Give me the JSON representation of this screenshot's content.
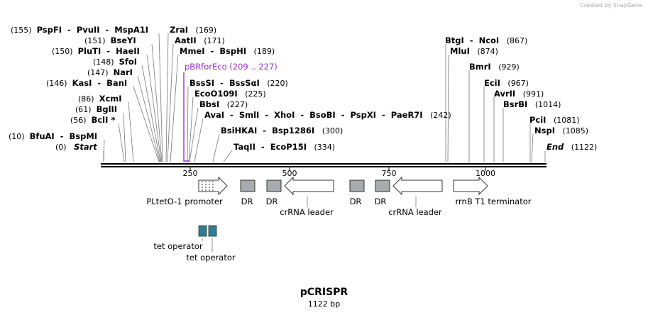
{
  "app": {
    "watermark": "Created by SnapGene"
  },
  "plasmid": {
    "name": "pCRISPR",
    "length_label": "1122 bp"
  },
  "ruler": {
    "ticks": [
      "250",
      "500",
      "750",
      "1000"
    ]
  },
  "primer": {
    "name": "pBRforEco",
    "range": "(209 .. 227)"
  },
  "sites": [
    {
      "pos": "(155)",
      "names": [
        "PspFI",
        "PvuII",
        "MspA1I"
      ]
    },
    {
      "pos": "(169)",
      "names": [
        "ZraI"
      ]
    },
    {
      "pos": "(151)",
      "names": [
        "BseYI"
      ]
    },
    {
      "pos": "(171)",
      "names": [
        "AatII"
      ]
    },
    {
      "pos": "(150)",
      "names": [
        "PluTI",
        "HaeII"
      ]
    },
    {
      "pos": "(189)",
      "names": [
        "MmeI",
        "BspHI"
      ]
    },
    {
      "pos": "(148)",
      "names": [
        "SfoI"
      ]
    },
    {
      "pos": "(147)",
      "names": [
        "NarI"
      ]
    },
    {
      "pos": "(146)",
      "names": [
        "KasI",
        "BanI"
      ]
    },
    {
      "pos": "(220)",
      "names": [
        "BssSI",
        "BssSαI"
      ]
    },
    {
      "pos": "(225)",
      "names": [
        "EcoO109I"
      ]
    },
    {
      "pos": "(86)",
      "names": [
        "XcmI"
      ]
    },
    {
      "pos": "(227)",
      "names": [
        "BbsI"
      ]
    },
    {
      "pos": "(61)",
      "names": [
        "BglII"
      ]
    },
    {
      "pos": "(242)",
      "names": [
        "AvaI",
        "SmlI",
        "XhoI",
        "BsoBI",
        "PspXI",
        "PaeR7I"
      ]
    },
    {
      "pos": "(56)",
      "names": [
        "BclI *"
      ]
    },
    {
      "pos": "(300)",
      "names": [
        "BsiHKAI",
        "Bsp1286I"
      ]
    },
    {
      "pos": "(10)",
      "names": [
        "BfuAI",
        "BspMI"
      ]
    },
    {
      "pos": "(334)",
      "names": [
        "TaqII",
        "EcoP15I"
      ]
    },
    {
      "pos": "(867)",
      "names": [
        "BtgI",
        "NcoI"
      ]
    },
    {
      "pos": "(874)",
      "names": [
        "MluI"
      ]
    },
    {
      "pos": "(929)",
      "names": [
        "BmrI"
      ]
    },
    {
      "pos": "(967)",
      "names": [
        "EciI"
      ]
    },
    {
      "pos": "(991)",
      "names": [
        "AvrII"
      ]
    },
    {
      "pos": "(1014)",
      "names": [
        "BsrBI"
      ]
    },
    {
      "pos": "(1081)",
      "names": [
        "PciI"
      ]
    },
    {
      "pos": "(1085)",
      "names": [
        "NspI"
      ]
    }
  ],
  "start": {
    "pos": "(0)",
    "name": "Start"
  },
  "end": {
    "name": "End",
    "pos": "(1122)"
  },
  "features": {
    "promoter": "PLtetO-1 promoter",
    "dr": "DR",
    "leader": "crRNA leader",
    "terminator": "rrnB T1 terminator",
    "operator": "tet operator"
  },
  "colors": {
    "primer": "#9b30d0",
    "repeat": "#a7aaae",
    "arrow": "#ffffff",
    "operator": "#2e7f93",
    "line": "#000000"
  }
}
